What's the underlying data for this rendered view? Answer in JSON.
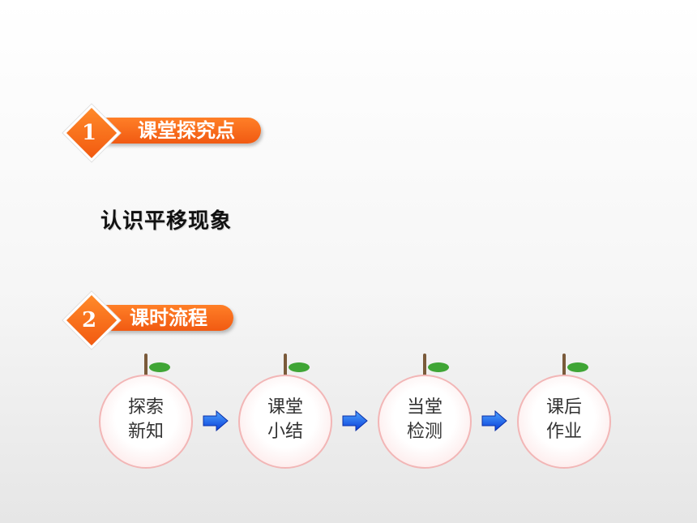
{
  "sections": [
    {
      "number": "1",
      "title": "课堂探究点"
    },
    {
      "number": "2",
      "title": "课时流程"
    }
  ],
  "topic": "认识平移现象",
  "flow": [
    {
      "line1": "探索",
      "line2": "新知"
    },
    {
      "line1": "课堂",
      "line2": "小结"
    },
    {
      "line1": "当堂",
      "line2": "检测"
    },
    {
      "line1": "课后",
      "line2": "作业"
    }
  ],
  "colors": {
    "accent": "#f15a12",
    "leaf": "#3fa535",
    "arrow": "#1a5cff",
    "fruit_border": "#f2b6b6"
  },
  "icons": {
    "arrow": "right-arrow-icon",
    "leaf": "leaf-icon"
  }
}
